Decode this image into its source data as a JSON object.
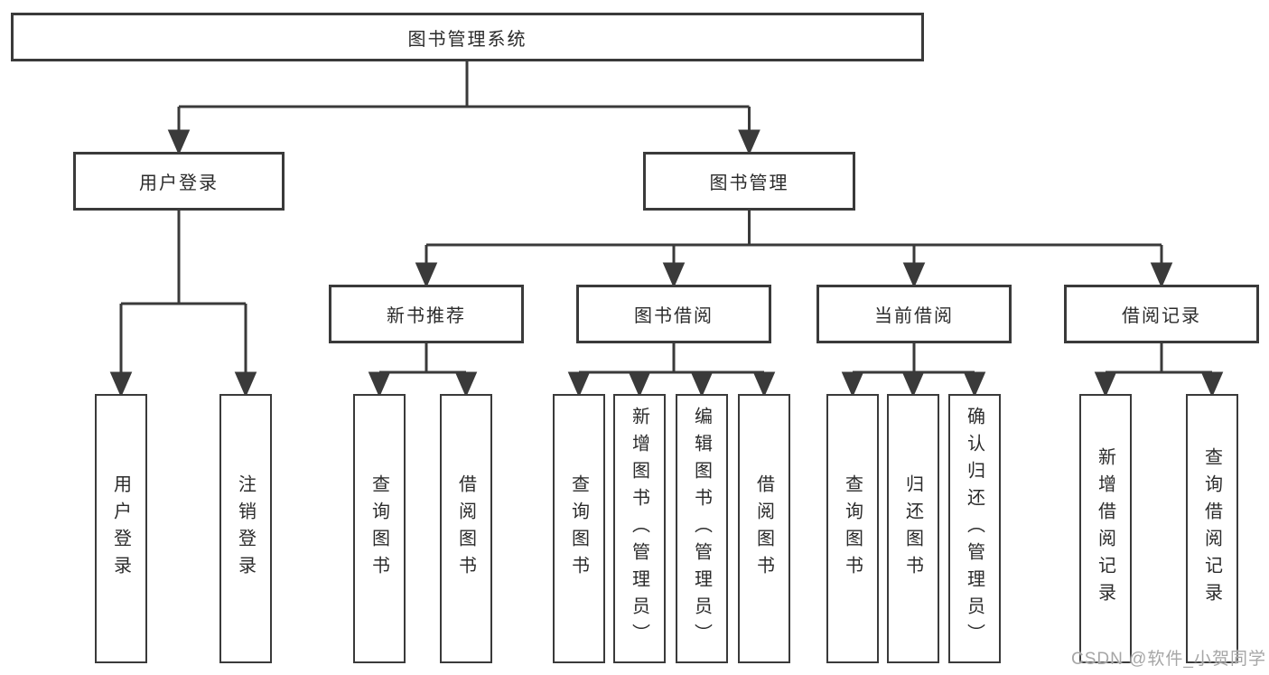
{
  "nodes": {
    "root": {
      "label": "图书管理系统"
    },
    "level2": [
      {
        "label": "用户登录"
      },
      {
        "label": "图书管理"
      }
    ],
    "level3": [
      {
        "label": "新书推荐"
      },
      {
        "label": "图书借阅"
      },
      {
        "label": "当前借阅"
      },
      {
        "label": "借阅记录"
      }
    ],
    "leaves": [
      {
        "label": "用户登录"
      },
      {
        "label": "注销登录"
      },
      {
        "label": "查询图书"
      },
      {
        "label": "借阅图书"
      },
      {
        "label": "查询图书"
      },
      {
        "label": "新增图书（管理员）"
      },
      {
        "label": "编辑图书（管理员）"
      },
      {
        "label": "借阅图书"
      },
      {
        "label": "查询图书"
      },
      {
        "label": "归还图书"
      },
      {
        "label": "确认归还（管理员）"
      },
      {
        "label": "新增借阅记录"
      },
      {
        "label": "查询借阅记录"
      }
    ]
  },
  "watermark": {
    "text": "CSDN @软件_小贺同学"
  },
  "colors": {
    "line": "#3a3a3a",
    "box_border": "#3a3a3a",
    "text": "#2b2b2b",
    "watermark": "#a6a6a6",
    "background": "#ffffff"
  }
}
